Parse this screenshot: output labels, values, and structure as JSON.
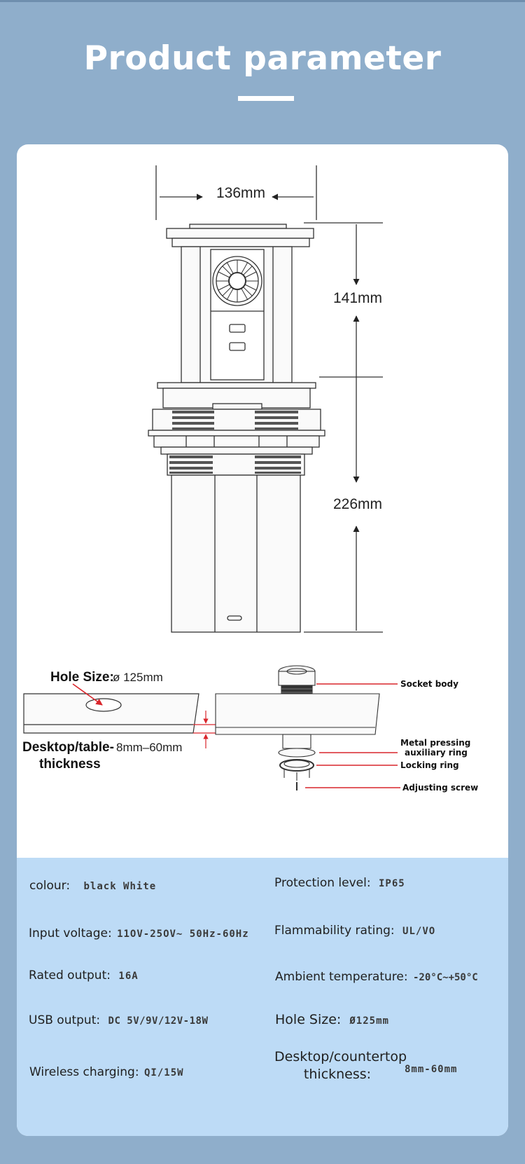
{
  "header": {
    "title": "Product parameter"
  },
  "dimensions": {
    "width": "136mm",
    "upper_height": "141mm",
    "lower_height": "226mm"
  },
  "installation": {
    "hole_label": "Hole Size:",
    "hole_value": "ø 125mm",
    "thickness_label_1": "Desktop/table-",
    "thickness_label_2": "thickness",
    "thickness_value": "8mm–60mm",
    "parts": {
      "socket_body": "Socket body",
      "metal_ring_1": "Metal pressing",
      "metal_ring_2": "auxiliary ring",
      "locking_ring": "Locking ring",
      "adjusting_screw": "Adjusting screw"
    }
  },
  "parameters": {
    "colour": {
      "label": "colour:",
      "value": "black White"
    },
    "protection": {
      "label": "Protection level:",
      "value": "IP65"
    },
    "input_voltage": {
      "label": "Input voltage:",
      "value": "11OV-25OV~ 50Hz-60Hz"
    },
    "flammability": {
      "label": "Flammability rating:",
      "value": "UL/VO"
    },
    "rated_output": {
      "label": "Rated output:",
      "value": "16A"
    },
    "ambient_temp": {
      "label": "Ambient temperature:",
      "value": "-20°C~+50°C"
    },
    "usb_output": {
      "label": "USB output:",
      "value": "DC 5V/9V/12V-18W"
    },
    "hole_size": {
      "label": "Hole Size:",
      "value": "Ø125mm"
    },
    "wireless": {
      "label": "Wireless charging:",
      "value": "QI/15W"
    },
    "desktop_thickness": {
      "label_1": "Desktop/countertop",
      "label_2": "thickness:",
      "value": "8mm-60mm"
    }
  },
  "colors": {
    "background": "#8faecb",
    "card": "#ffffff",
    "param_panel": "#bddbf6",
    "red_line": "#d9262c"
  }
}
